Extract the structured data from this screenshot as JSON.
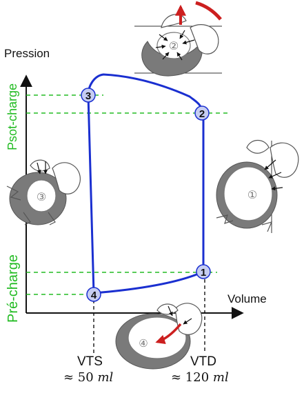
{
  "axes": {
    "y_title": "Pression",
    "x_title": "Volume"
  },
  "levels": {
    "afterload_label": "Psot-charge",
    "preload_label": "Pré-charge"
  },
  "volumes": {
    "vts_label": "VTS",
    "vts_approx": "≈ 50",
    "vts_unit": "ml",
    "vtd_label": "VTD",
    "vtd_approx": "≈ 120",
    "vtd_unit": "ml"
  },
  "loop_points": [
    "1",
    "2",
    "3",
    "4"
  ],
  "phase_markers": [
    "①",
    "②",
    "③",
    "④"
  ],
  "colors": {
    "loop": "#1a2fd0",
    "dashed": "#22bb22",
    "point_fill": "#c6cdf2",
    "heart_wall": "#7a7a7a",
    "flow_arrow": "#cc1f1f"
  }
}
